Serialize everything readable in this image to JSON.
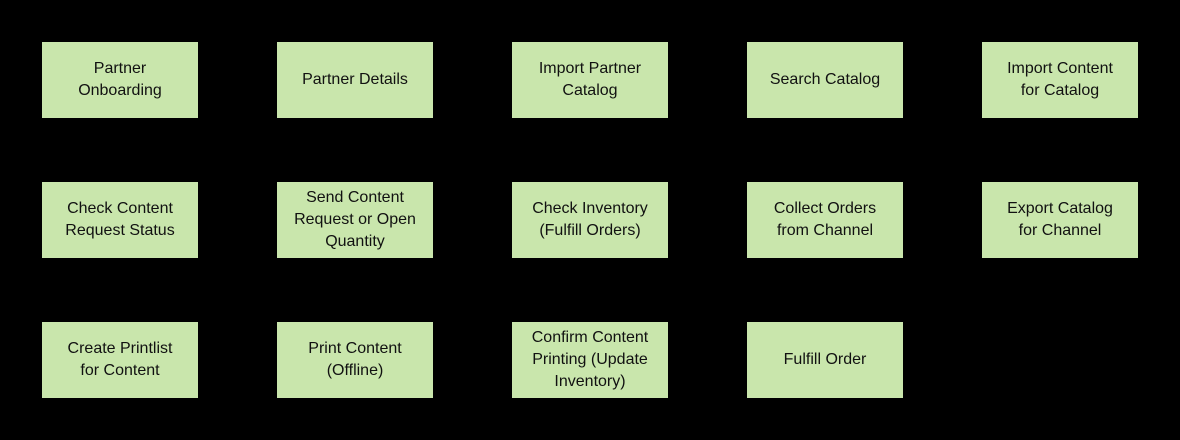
{
  "diagram": {
    "type": "process-grid",
    "background_color": "#000000",
    "node_fill": "#c9e6ac",
    "node_border": "#000000",
    "node_text_color": "#111111"
  },
  "nodes": [
    {
      "label": "Partner\nOnboarding"
    },
    {
      "label": "Partner Details"
    },
    {
      "label": "Import Partner\nCatalog"
    },
    {
      "label": "Search Catalog"
    },
    {
      "label": "Import Content\nfor Catalog"
    },
    {
      "label": "Check Content\nRequest Status"
    },
    {
      "label": "Send Content\nRequest or Open\nQuantity"
    },
    {
      "label": "Check Inventory\n(Fulfill Orders)"
    },
    {
      "label": "Collect Orders\nfrom Channel"
    },
    {
      "label": "Export Catalog\nfor Channel"
    },
    {
      "label": "Create Printlist\nfor Content"
    },
    {
      "label": "Print Content\n(Offline)"
    },
    {
      "label": "Confirm Content\nPrinting (Update\nInventory)"
    },
    {
      "label": "Fulfill Order"
    }
  ]
}
